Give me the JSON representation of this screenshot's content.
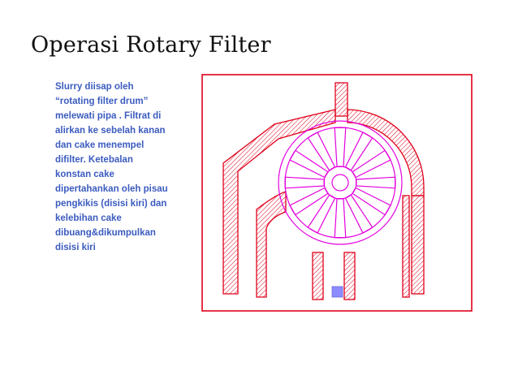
{
  "slide": {
    "title": "Operasi Rotary Filter",
    "body_lines": [
      "Slurry diisap oleh",
      "“rotating filter drum”",
      "melewati pipa .  Filtrat di",
      "alirkan ke sebelah kanan",
      "dan cake menempel",
      "difilter. Ketebalan",
      "konstan cake",
      "dipertahankan oleh pisau",
      "pengkikis (disisi kiri) dan",
      "kelebihan cake",
      "dibuang&dikumpulkan",
      "disisi kiri"
    ]
  },
  "diagram": {
    "colors": {
      "housing": "#e0001a",
      "drum": "#e400e0",
      "outlet": "#8c8cff",
      "background": "#ffffff"
    },
    "drum_spokes": 12
  }
}
